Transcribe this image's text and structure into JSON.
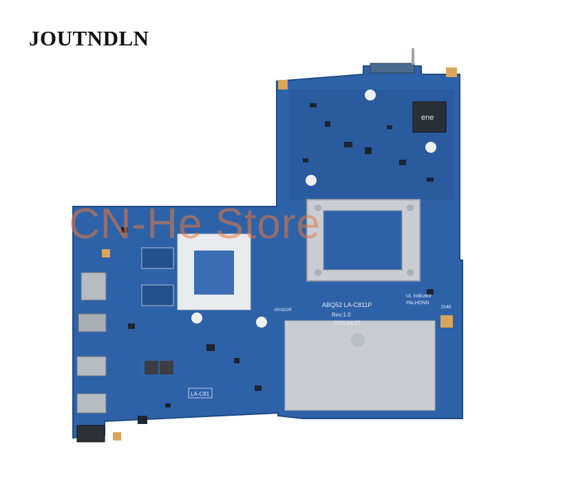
{
  "brand": {
    "title": "JOUTNDLN"
  },
  "watermark": {
    "text": "CN-He Store"
  },
  "board": {
    "colors": {
      "pcb": "#2e62a8",
      "pcb_dark": "#23508f",
      "shield": "#c9cdd3",
      "pad": "#d9a65a"
    },
    "silkscreen": {
      "model": "ABQ52  LA-C811P",
      "rev": "Rev:1.0",
      "date": "2015.04.07",
      "ul": "UL indicator",
      "vendor": "VENDOR",
      "pal": "PALHONN",
      "small_label": "LA-C81",
      "code": "1546",
      "chip": "ene"
    }
  }
}
